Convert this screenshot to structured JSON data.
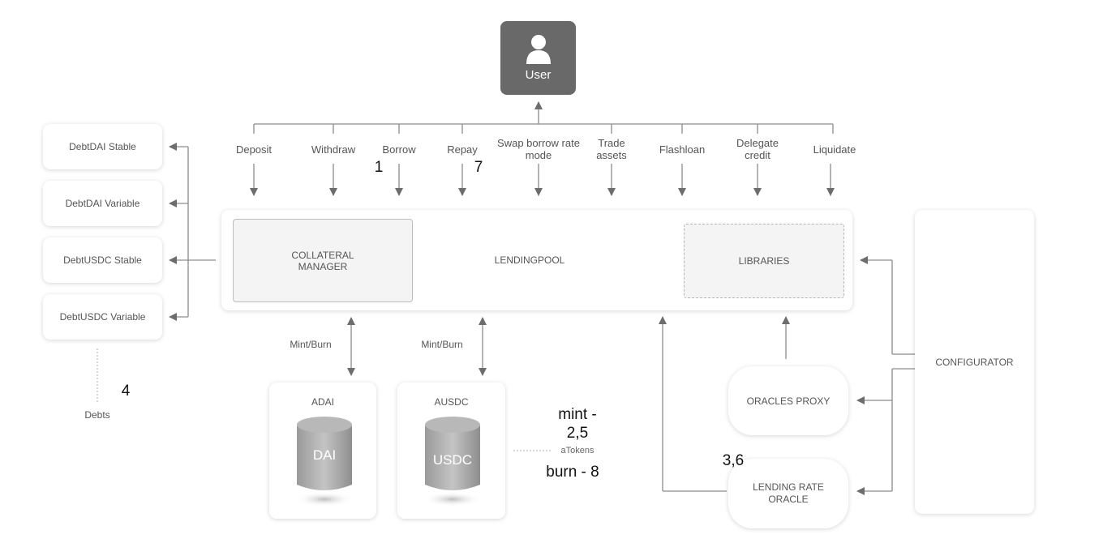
{
  "user": {
    "label": "User"
  },
  "actions": [
    "Deposit",
    "Withdraw",
    "Borrow",
    "Repay",
    "Swap borrow rate mode",
    "Trade assets",
    "Flashloan",
    "Delegate credit",
    "Liquidate"
  ],
  "debts": {
    "items": [
      "DebtDAI Stable",
      "DebtDAI Variable",
      "DebtUSDC Stable",
      "DebtUSDC Variable"
    ],
    "label": "Debts"
  },
  "lendingpool": {
    "label": "LENDINGPOOL",
    "collateral_manager": "COLLATERAL MANAGER",
    "libraries": "LIBRARIES"
  },
  "configurator": {
    "label": "CONFIGURATOR"
  },
  "oracles_proxy": {
    "label": "ORACLES PROXY"
  },
  "lending_rate_oracle": {
    "label": "LENDING RATE ORACLE"
  },
  "atokens": {
    "adai": {
      "title": "ADAI",
      "coin": "DAI"
    },
    "ausdc": {
      "title": "AUSDC",
      "coin": "USDC"
    },
    "label": "aTokens"
  },
  "mint_burn": "Mint/Burn",
  "annotations": {
    "n1": "1",
    "n7": "7",
    "n4": "4",
    "n36": "3,6",
    "mint": "mint - 2,5",
    "burn": "burn - 8"
  },
  "colors": {
    "user_box": "#696969",
    "line": "#8c8c8c",
    "arrow": "#6d6d6d"
  }
}
